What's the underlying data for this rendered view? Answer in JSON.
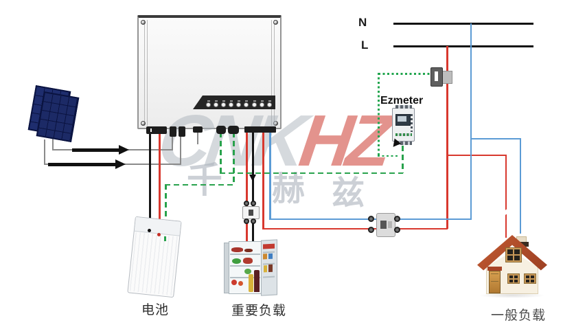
{
  "bus": {
    "neutral": "N",
    "live": "L"
  },
  "meter": {
    "name": "Ezmeter"
  },
  "labels": {
    "battery": "电池",
    "critical_load": "重要负载",
    "general_load": "一般负载"
  },
  "watermark": {
    "latin_gray": "CNK",
    "latin_red": "HZ",
    "hanzi": [
      "千",
      "赫",
      "兹"
    ]
  },
  "colors": {
    "live_wire": "#d8382e",
    "neutral_wire": "#5b9bd5",
    "comm_wire": "#28a24c",
    "pv_wire": "#8a8a8a",
    "dc_negative_wire": "#151515",
    "bus_line": "#111111",
    "solar_panel": "#1e2d6e",
    "roof": "#a8442a"
  },
  "inverter": {
    "led_count": 9
  }
}
